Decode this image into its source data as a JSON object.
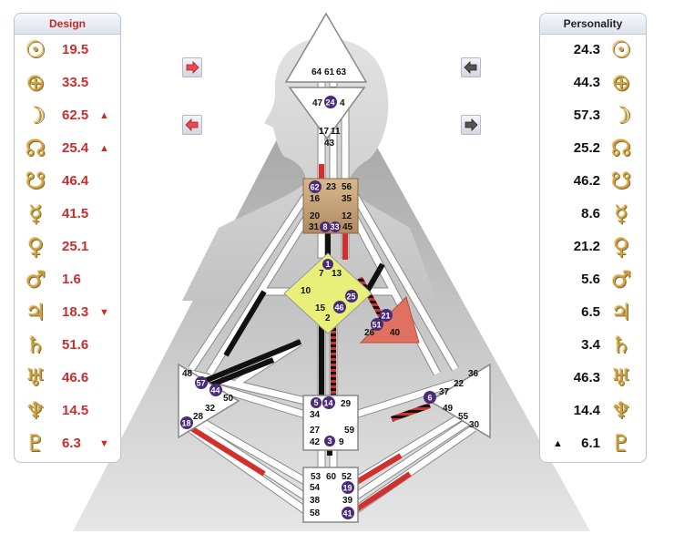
{
  "design": {
    "title": "Design",
    "rows": [
      {
        "planet": "Sun",
        "glyph": "☉",
        "value": "19.5",
        "arrow": ""
      },
      {
        "planet": "Earth",
        "glyph": "⊕",
        "value": "33.5",
        "arrow": ""
      },
      {
        "planet": "Moon",
        "glyph": "☽",
        "value": "62.5",
        "arrow": "▲"
      },
      {
        "planet": "North Node",
        "glyph": "☊",
        "value": "25.4",
        "arrow": "▲"
      },
      {
        "planet": "South Node",
        "glyph": "☋",
        "value": "46.4",
        "arrow": ""
      },
      {
        "planet": "Mercury",
        "glyph": "☿",
        "value": "41.5",
        "arrow": ""
      },
      {
        "planet": "Venus",
        "glyph": "♀",
        "value": "25.1",
        "arrow": ""
      },
      {
        "planet": "Mars",
        "glyph": "♂",
        "value": "1.6",
        "arrow": ""
      },
      {
        "planet": "Jupiter",
        "glyph": "♃",
        "value": "18.3",
        "arrow": "▼"
      },
      {
        "planet": "Saturn",
        "glyph": "♄",
        "value": "51.6",
        "arrow": ""
      },
      {
        "planet": "Uranus",
        "glyph": "♅",
        "value": "46.6",
        "arrow": ""
      },
      {
        "planet": "Neptune",
        "glyph": "♆",
        "value": "14.5",
        "arrow": ""
      },
      {
        "planet": "Pluto",
        "glyph": "♇",
        "value": "6.3",
        "arrow": "▼"
      }
    ]
  },
  "personality": {
    "title": "Personality",
    "rows": [
      {
        "planet": "Sun",
        "glyph": "☉",
        "value": "24.3",
        "arrow": ""
      },
      {
        "planet": "Earth",
        "glyph": "⊕",
        "value": "44.3",
        "arrow": ""
      },
      {
        "planet": "Moon",
        "glyph": "☽",
        "value": "57.3",
        "arrow": ""
      },
      {
        "planet": "North Node",
        "glyph": "☊",
        "value": "25.2",
        "arrow": ""
      },
      {
        "planet": "South Node",
        "glyph": "☋",
        "value": "46.2",
        "arrow": ""
      },
      {
        "planet": "Mercury",
        "glyph": "☿",
        "value": "8.6",
        "arrow": ""
      },
      {
        "planet": "Venus",
        "glyph": "♀",
        "value": "21.2",
        "arrow": ""
      },
      {
        "planet": "Mars",
        "glyph": "♂",
        "value": "5.6",
        "arrow": ""
      },
      {
        "planet": "Jupiter",
        "glyph": "♃",
        "value": "6.5",
        "arrow": ""
      },
      {
        "planet": "Saturn",
        "glyph": "♄",
        "value": "3.4",
        "arrow": ""
      },
      {
        "planet": "Uranus",
        "glyph": "♅",
        "value": "46.3",
        "arrow": ""
      },
      {
        "planet": "Neptune",
        "glyph": "♆",
        "value": "14.4",
        "arrow": ""
      },
      {
        "planet": "Pluto",
        "glyph": "♇",
        "value": "6.1",
        "arrow": "▲"
      }
    ]
  },
  "colors": {
    "design": "#d0302e",
    "personality": "#000000",
    "defined_center": "#c9a27a",
    "g_center": "#e9f07a",
    "heart": "#e07060",
    "activated_gate": "#4a2a7a"
  },
  "nav": {
    "design_prev": "arrow-right-red-icon",
    "design_next": "arrow-left-red-icon",
    "personality_prev": "arrow-left-gray-icon",
    "personality_next": "arrow-right-gray-icon"
  },
  "gates": {
    "head": [
      "64",
      "61",
      "63"
    ],
    "ajna": [
      "47",
      "24",
      "4"
    ],
    "throat_top": [
      "17",
      "11",
      "43"
    ],
    "throat": [
      "62",
      "23",
      "56",
      "16",
      "35",
      "20",
      "12",
      "31",
      "8",
      "33",
      "45"
    ],
    "g": [
      "1",
      "7",
      "13",
      "10",
      "25",
      "15",
      "46",
      "2"
    ],
    "heart": [
      "21",
      "51",
      "26",
      "40"
    ],
    "spleen": [
      "48",
      "57",
      "44",
      "50",
      "32",
      "28",
      "18"
    ],
    "sacral": [
      "5",
      "14",
      "29",
      "34",
      "27",
      "59",
      "42",
      "3",
      "9"
    ],
    "solar": [
      "36",
      "22",
      "37",
      "6",
      "49",
      "55",
      "30"
    ],
    "root": [
      "53",
      "60",
      "52",
      "54",
      "19",
      "38",
      "39",
      "58",
      "41"
    ]
  }
}
